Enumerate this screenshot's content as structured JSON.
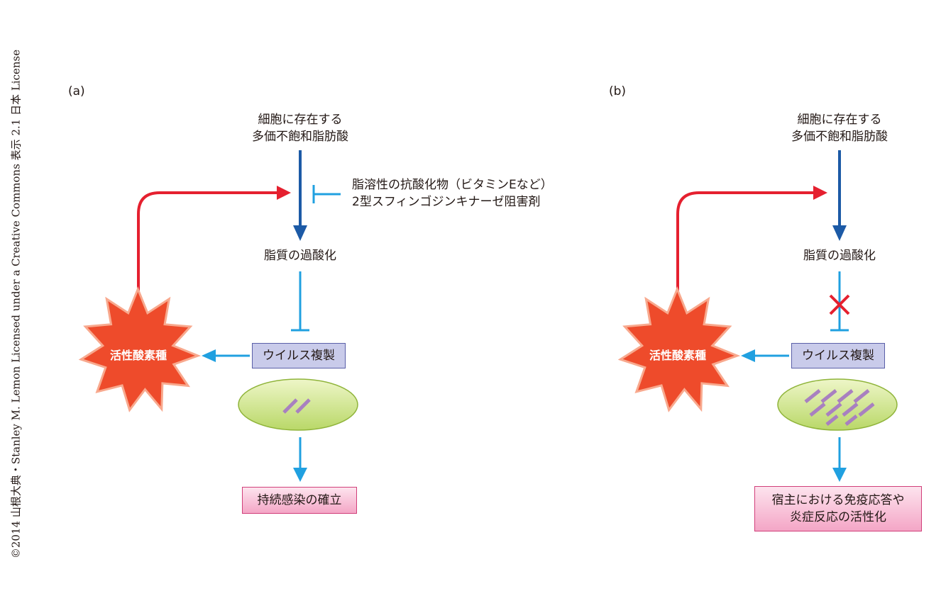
{
  "copyright": "©2014 山根大典・Stanley M. Lemon Licensed under a Creative Commons 表示 2.1 日本 License",
  "colors": {
    "feedback_arrow": "#e5202f",
    "pathway_arrow": "#1c5aa6",
    "light_arrow": "#20a0e0",
    "cross_mark": "#e5202f",
    "ros_burst": "#ee4b2b",
    "viral_box": "#c9cbea",
    "outcome_box": "#f6b8cf",
    "cell_ellipse": "#c7e07a",
    "rna_strand": "#a880c0"
  },
  "panel_a": {
    "label": "(a)",
    "pufa": [
      "細胞に存在する",
      "多価不飽和脂肪酸"
    ],
    "inhibitors": [
      "脂溶性の抗酸化物（ビタミンEなど）",
      "2型スフィンゴジンキナーゼ阻害剤"
    ],
    "lipid_peroxidation": "脂質の過酸化",
    "viral_replication": "ウイルス複製",
    "ros": "活性酸素種",
    "outcome": [
      "持続感染の確立"
    ]
  },
  "panel_b": {
    "label": "(b)",
    "pufa": [
      "細胞に存在する",
      "多価不飽和脂肪酸"
    ],
    "lipid_peroxidation": "脂質の過酸化",
    "viral_replication": "ウイルス複製",
    "ros": "活性酸素種",
    "outcome": [
      "宿主における免疫応答や",
      "炎症反応の活性化"
    ]
  }
}
